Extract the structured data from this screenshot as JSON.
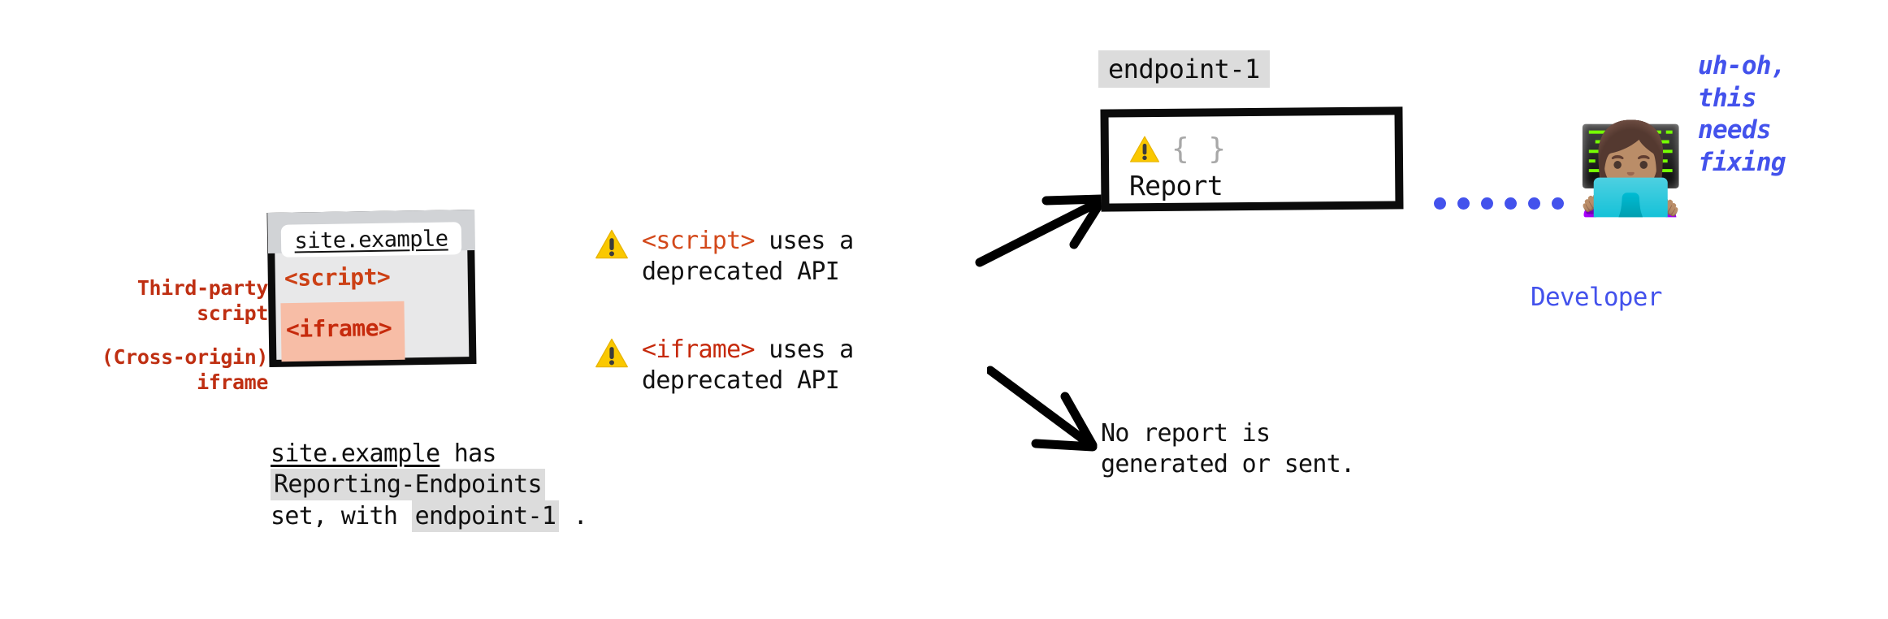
{
  "colors": {
    "red_label": "#bf2f12",
    "script_tag": "#d3491b",
    "iframe_tag": "#c62a0c",
    "iframe_highlight": "#f7bda6",
    "blue_dev": "#4352ec",
    "chip_gray": "#dcdcdc",
    "browser_body": "#e8e8e9",
    "browser_titlebar": "#d1d3d6",
    "warning_yellow": "#fac800",
    "brace_gray": "#a8a8a8"
  },
  "side_labels": [
    {
      "line1": "Third-party",
      "line2": "script"
    },
    {
      "line1": "(Cross-origin)",
      "line2": "iframe"
    }
  ],
  "browser": {
    "url": "site.example",
    "script_tag": "<script>",
    "iframe_tag": "<iframe>"
  },
  "caption": {
    "line1_site": "site.example",
    "line1_rest": " has",
    "line2_chip": "Reporting-Endpoints",
    "line3_pre": "set, with ",
    "line3_chip": "endpoint-1",
    "line3_post": " ."
  },
  "warnings": [
    {
      "icon": "warning-triangle-icon",
      "tag": "<script>",
      "rest": " uses a",
      "line2": "deprecated API"
    },
    {
      "icon": "warning-triangle-icon",
      "tag": "<iframe>",
      "rest": " uses a",
      "line2": "deprecated API"
    }
  ],
  "report": {
    "endpoint_chip": "endpoint-1",
    "warning_icon": "warning-triangle-icon",
    "braces": "{ }",
    "label": "Report"
  },
  "no_report": {
    "line1": "No report is",
    "line2": "generated or sent."
  },
  "developer": {
    "emoji": "👩🏽‍💻",
    "label": "Developer",
    "speech_line1": "uh-oh,",
    "speech_line2": "this",
    "speech_line3": "needs",
    "speech_line4": "fixing",
    "dot_count": 6
  }
}
